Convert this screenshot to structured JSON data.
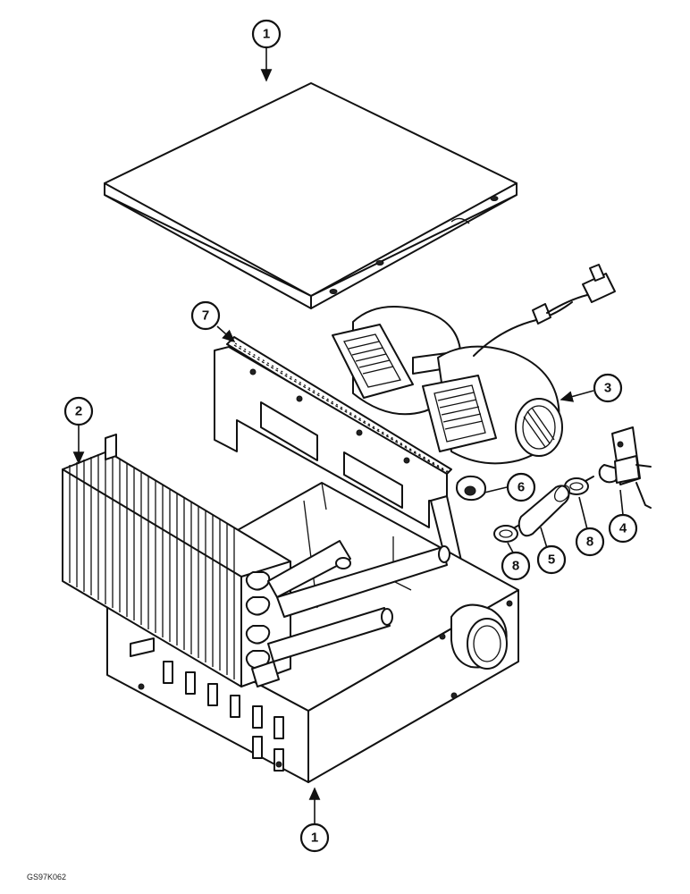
{
  "figure_code": "GS97K062",
  "callouts": [
    {
      "id": "cover",
      "label": "1"
    },
    {
      "id": "heater-core",
      "label": "2"
    },
    {
      "id": "blower-motor",
      "label": "3"
    },
    {
      "id": "water-valve",
      "label": "4"
    },
    {
      "id": "hose",
      "label": "5"
    },
    {
      "id": "grommet",
      "label": "6"
    },
    {
      "id": "seal-strip",
      "label": "7"
    },
    {
      "id": "hose-clamp-right",
      "label": "8"
    },
    {
      "id": "hose-clamp-left",
      "label": "8"
    },
    {
      "id": "housing",
      "label": "1"
    }
  ],
  "colors": {
    "ink": "#111111",
    "paper": "#ffffff"
  }
}
